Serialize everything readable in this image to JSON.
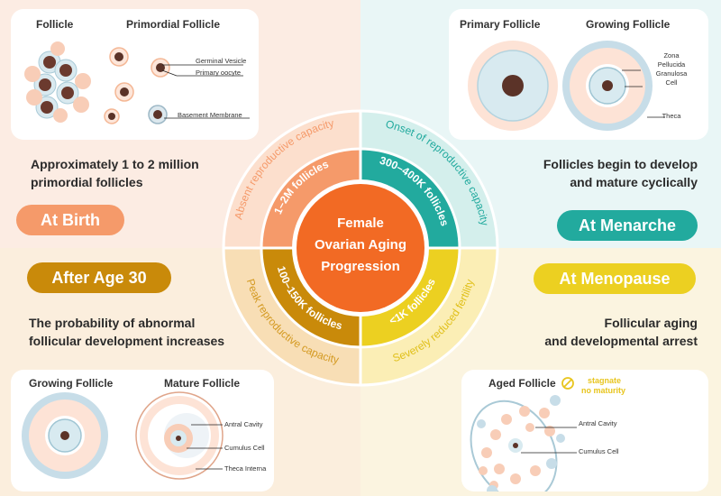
{
  "stages": {
    "birth": {
      "pill": "At Birth",
      "desc": [
        "Approximately 1 to 2 million",
        "primordial follicles"
      ],
      "titles": [
        "Follicle",
        "Primordial  Follicle"
      ],
      "labels": [
        "Germinal Vesicle",
        "Primary oocyte",
        "Basement Membrane"
      ]
    },
    "menarche": {
      "pill": "At Menarche",
      "desc": [
        "Follicles begin to develop",
        "and mature cyclically"
      ],
      "titles": [
        "Primary Follicle",
        "Growing Follicle"
      ],
      "labels": [
        "Zona",
        "Pellucida",
        "Granulosa",
        "Cell",
        "Theca"
      ]
    },
    "age30": {
      "pill": "After Age 30",
      "desc": [
        "The probability of abnormal",
        "follicular development increases"
      ],
      "titles": [
        "Growing Follicle",
        "Mature Follicle"
      ],
      "labels": [
        "Antral Cavity",
        "Cumulus Cell",
        "Theca Interna"
      ]
    },
    "menopause": {
      "pill": "At Menopause",
      "desc": [
        "Follicular aging",
        "and developmental arrest"
      ],
      "titles": [
        "Aged Follicle"
      ],
      "stagnate": [
        "stagnate",
        "no maturity"
      ],
      "labels": [
        "Antral Cavity",
        "Cumulus Cell"
      ]
    }
  },
  "wheel": {
    "center": [
      "Female",
      "Ovarian Aging",
      "Progression"
    ],
    "counts": [
      "1–2M follicles",
      "300–400K follicles",
      "<1K follicles",
      "100–150K follicles"
    ],
    "capacities": [
      "Absent reproductive capacity",
      "Onset of reproductive capacity",
      "Severely reduced fertility",
      "Peak reproductive capacity"
    ]
  },
  "colors": {
    "birth": "#f59a6a",
    "menarche": "#22aa9e",
    "menopause": "#ecd021",
    "age30": "#c98a0a",
    "center": "#f26a24",
    "birth_bg": "#fcece3",
    "menarche_bg": "#e9f6f6",
    "age30_bg": "#fbeedd",
    "menopause_bg": "#fbf4e0"
  },
  "icons": [
    "stagnate-icon"
  ]
}
